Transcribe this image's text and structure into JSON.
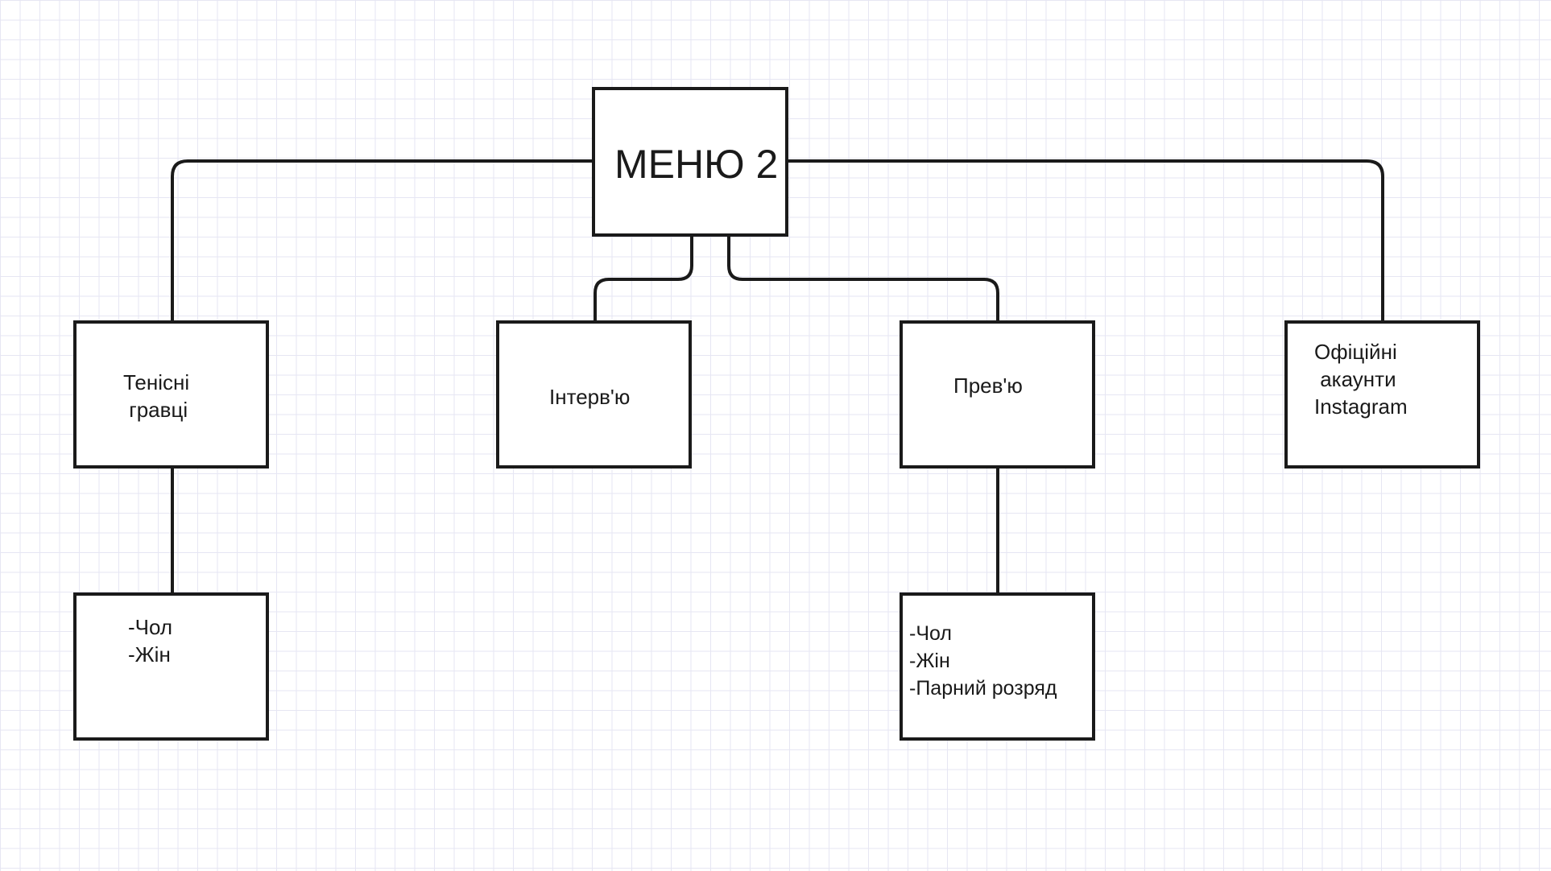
{
  "diagram": {
    "root": {
      "label": "МЕНЮ 2"
    },
    "nodes": {
      "tennis_players": {
        "label": "Тенісні\n гравці"
      },
      "tennis_players_sub": {
        "label": "-Чол\n-Жін"
      },
      "interview": {
        "label": "Інтерв'ю"
      },
      "preview": {
        "label": "Прев'ю"
      },
      "preview_sub": {
        "label": "-Чол\n-Жін\n-Парний розряд"
      },
      "instagram": {
        "label": "Офіційні\n акаунти\nInstagram"
      }
    }
  }
}
